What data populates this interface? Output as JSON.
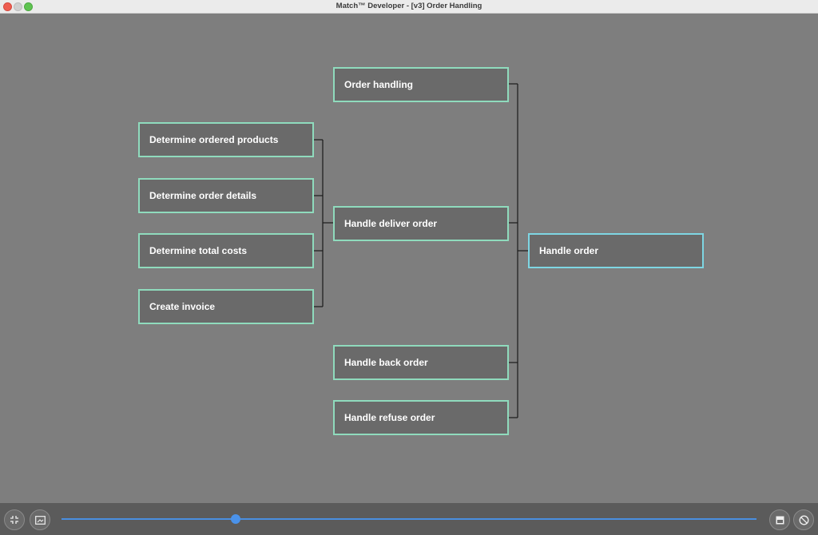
{
  "window": {
    "title": "Match™ Developer - [v3] Order Handling"
  },
  "diagram": {
    "nodes": {
      "order_handling": "Order handling",
      "determine_ordered_products": "Determine ordered products",
      "determine_order_details": "Determine order details",
      "determine_total_costs": "Determine total costs",
      "create_invoice": "Create invoice",
      "handle_deliver_order": "Handle deliver order",
      "handle_back_order": "Handle back order",
      "handle_refuse_order": "Handle refuse order",
      "handle_order": "Handle order"
    },
    "colors": {
      "node_border": "#8fdbbd",
      "root_border": "#7ed6e3",
      "node_fill": "#6a6a6a",
      "connector": "#1a1a1a"
    }
  },
  "toolbar": {
    "icons": [
      "fit-to-screen-icon",
      "image-frame-icon",
      "export-image-icon",
      "no-symbol-icon"
    ],
    "zoom_slider": {
      "value_fraction": 0.25,
      "color": "#4a92ea"
    }
  }
}
